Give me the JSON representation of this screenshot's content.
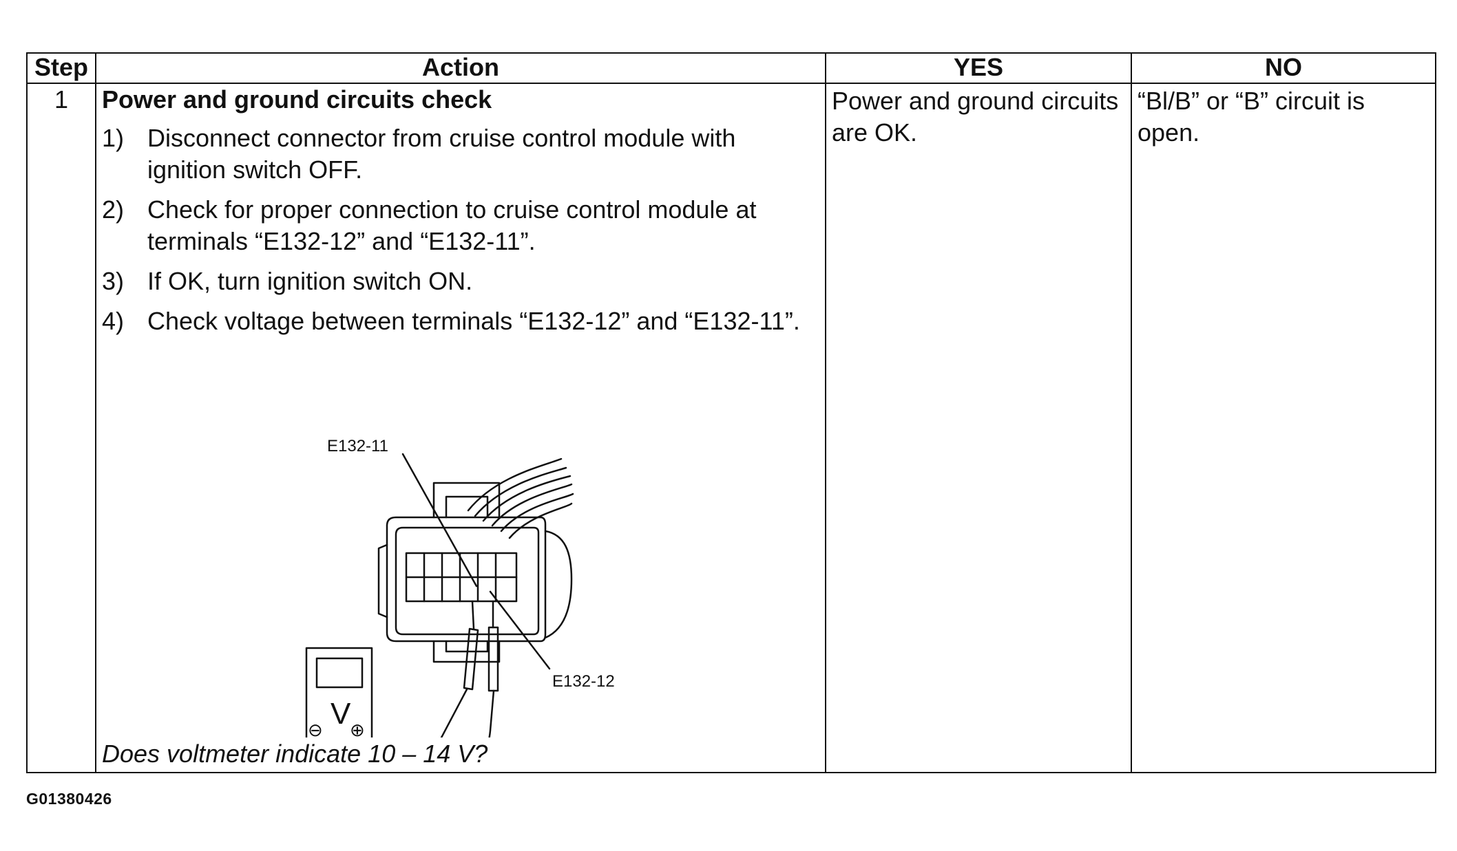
{
  "table": {
    "headers": {
      "step": "Step",
      "action": "Action",
      "yes": "YES",
      "no": "NO"
    },
    "rows": [
      {
        "step": "1",
        "title": "Power and ground circuits check",
        "steps": [
          {
            "num": "1)",
            "text": "Disconnect connector from cruise control module with ignition switch OFF."
          },
          {
            "num": "2)",
            "text": "Check for proper connection to cruise control module at terminals “E132-12” and “E132-11”."
          },
          {
            "num": "3)",
            "text": "If OK, turn ignition switch ON."
          },
          {
            "num": "4)",
            "text": "Check voltage between terminals “E132-12” and “E132-11”."
          }
        ],
        "question": "Does voltmeter indicate 10 – 14 V?",
        "yes": "Power and ground circuits are OK.",
        "no": "“Bl/B” or “B” circuit is open."
      }
    ]
  },
  "figure": {
    "label_top": "E132-11",
    "label_bottom": "E132-12",
    "meter_symbol": "V",
    "minus_symbol": "⊖",
    "plus_symbol": "⊕"
  },
  "figure_code": "G01380426"
}
